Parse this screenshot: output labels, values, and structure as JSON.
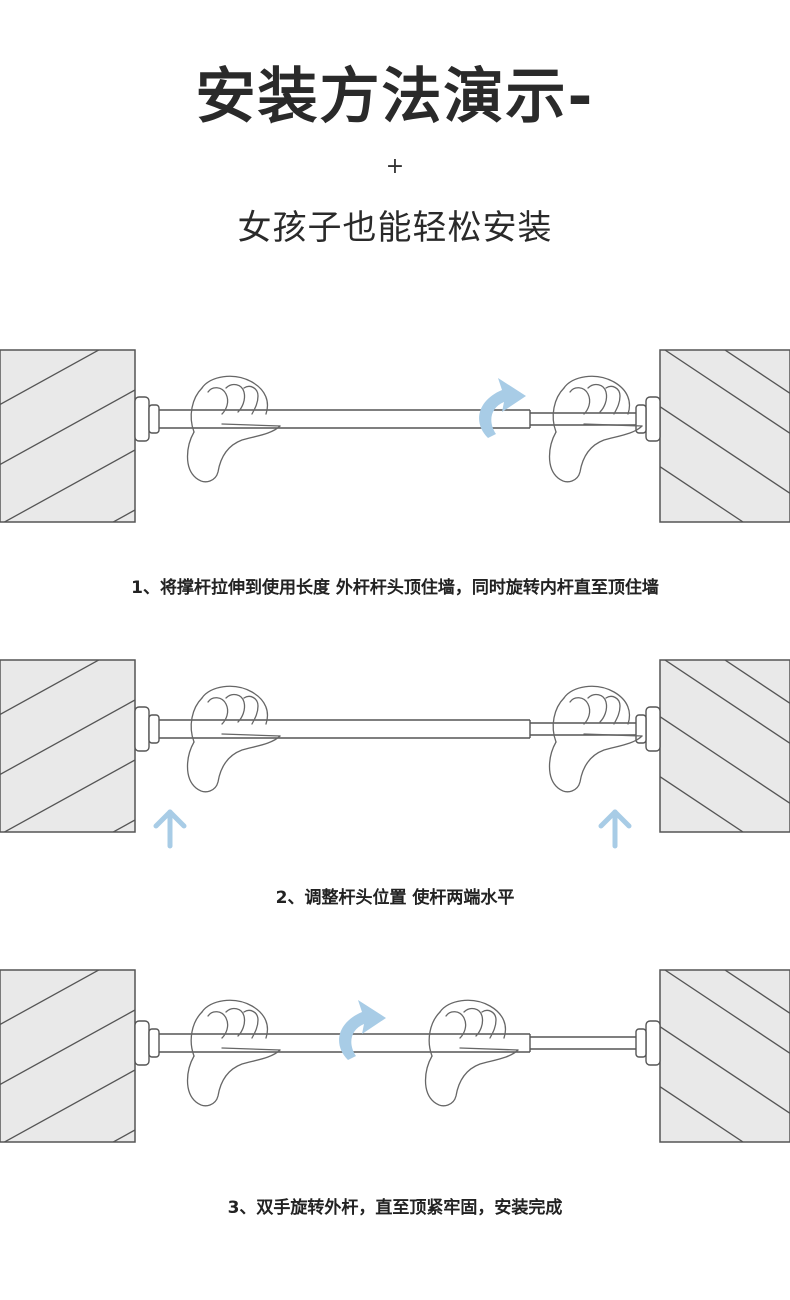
{
  "header": {
    "title": "安装方法演示-",
    "plus": "+",
    "subtitle": "女孩子也能轻松安装"
  },
  "steps": [
    {
      "caption": "1、将撑杆拉伸到使用长度 外杆杆头顶住墙，同时旋转内杆直至顶住墙"
    },
    {
      "caption": "2、调整杆头位置 使杆两端水平"
    },
    {
      "caption": "3、双手旋转外杆，直至顶紧牢固，安装完成"
    }
  ],
  "colors": {
    "arrow": "#a8cce6",
    "wall_fill": "#e9e9e9",
    "line": "#555555"
  }
}
